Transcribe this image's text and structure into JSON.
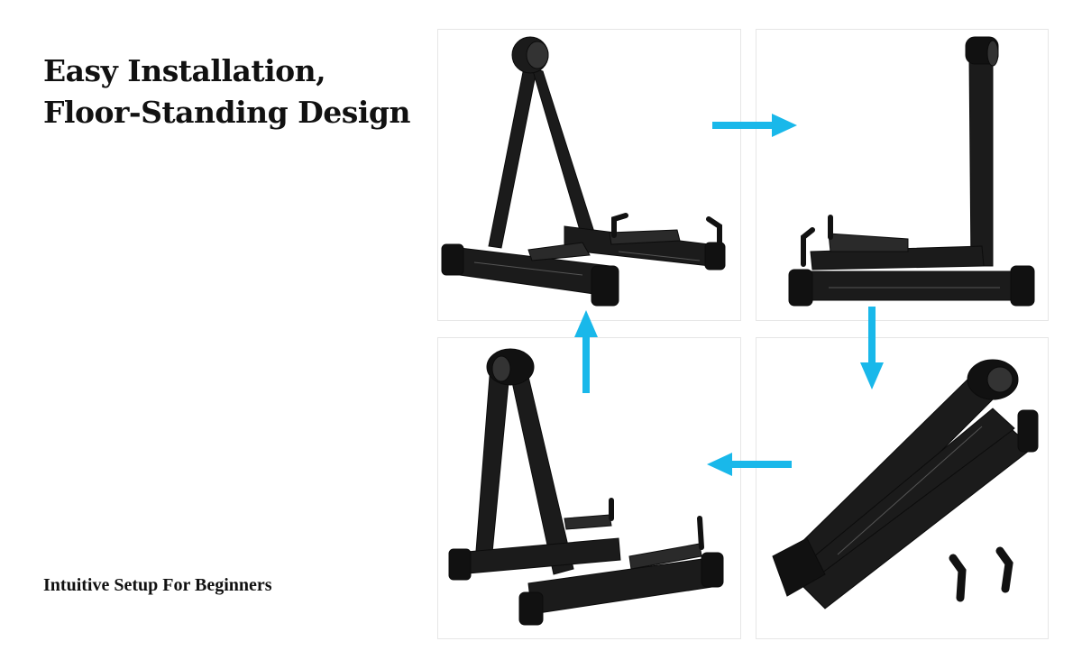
{
  "heading": {
    "line1": "Easy Installation,",
    "line2": "Floor-Standing Design"
  },
  "subheading": "Intuitive Setup For Beginners",
  "colors": {
    "arrow": "#19b8ea",
    "stand": "#1a1a1a",
    "panel_border": "#e6e6e6"
  },
  "steps": [
    {
      "state": "stand-assembled-a-frame"
    },
    {
      "state": "stand-arm-raised-upright"
    },
    {
      "state": "stand-folded-with-hooks-removed"
    },
    {
      "state": "stand-assembled-a-frame-angled"
    }
  ],
  "arrows": [
    "arrow-right",
    "arrow-down",
    "arrow-left",
    "arrow-up"
  ]
}
